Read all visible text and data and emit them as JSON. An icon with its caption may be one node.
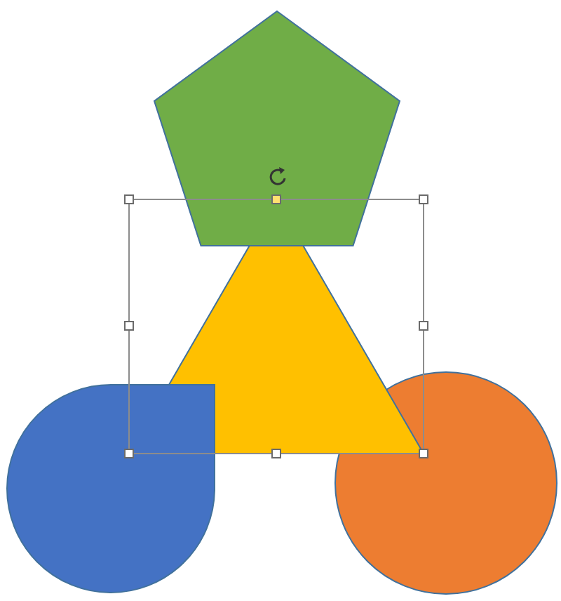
{
  "diagram": {
    "nodes": [
      {
        "text": [],
        "shape": "pentagon"
      },
      {
        "text": [],
        "shape": "triangle"
      },
      {
        "text": [],
        "shape": "teardrop"
      },
      {
        "text": [],
        "shape": "circle"
      }
    ]
  }
}
